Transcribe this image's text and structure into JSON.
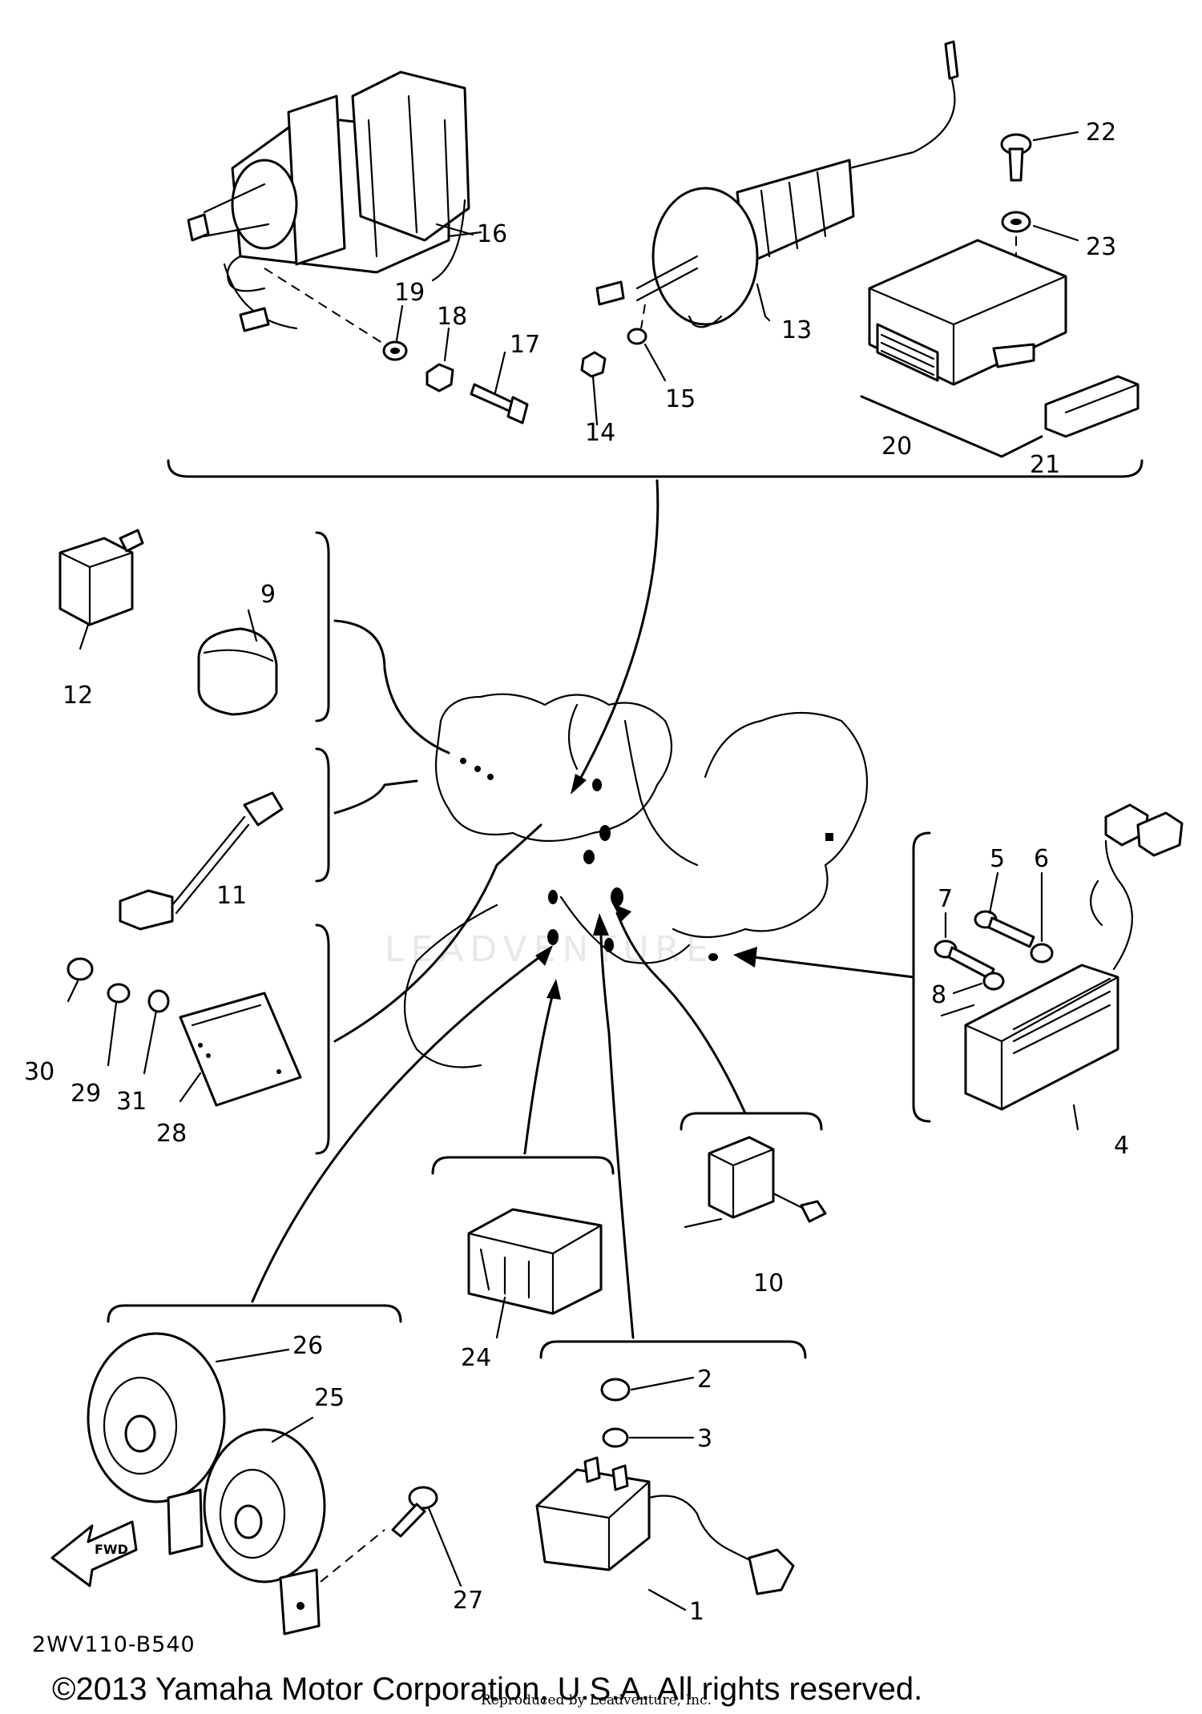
{
  "diagram": {
    "catalog_code": "2WV110-B540",
    "copyright": "©2013 Yamaha Motor Corporation, U.S.A. All rights reserved.",
    "credit": "Reproduced by Leadventure, Inc.",
    "watermark": "LEADVENTURE",
    "front_arrow": "FWD",
    "callouts": [
      "1",
      "2",
      "3",
      "4",
      "5",
      "6",
      "7",
      "8",
      "9",
      "10",
      "11",
      "12",
      "13",
      "14",
      "15",
      "16",
      "17",
      "18",
      "19",
      "20",
      "21",
      "22",
      "23",
      "24",
      "25",
      "26",
      "27",
      "28",
      "29",
      "30",
      "31"
    ]
  }
}
